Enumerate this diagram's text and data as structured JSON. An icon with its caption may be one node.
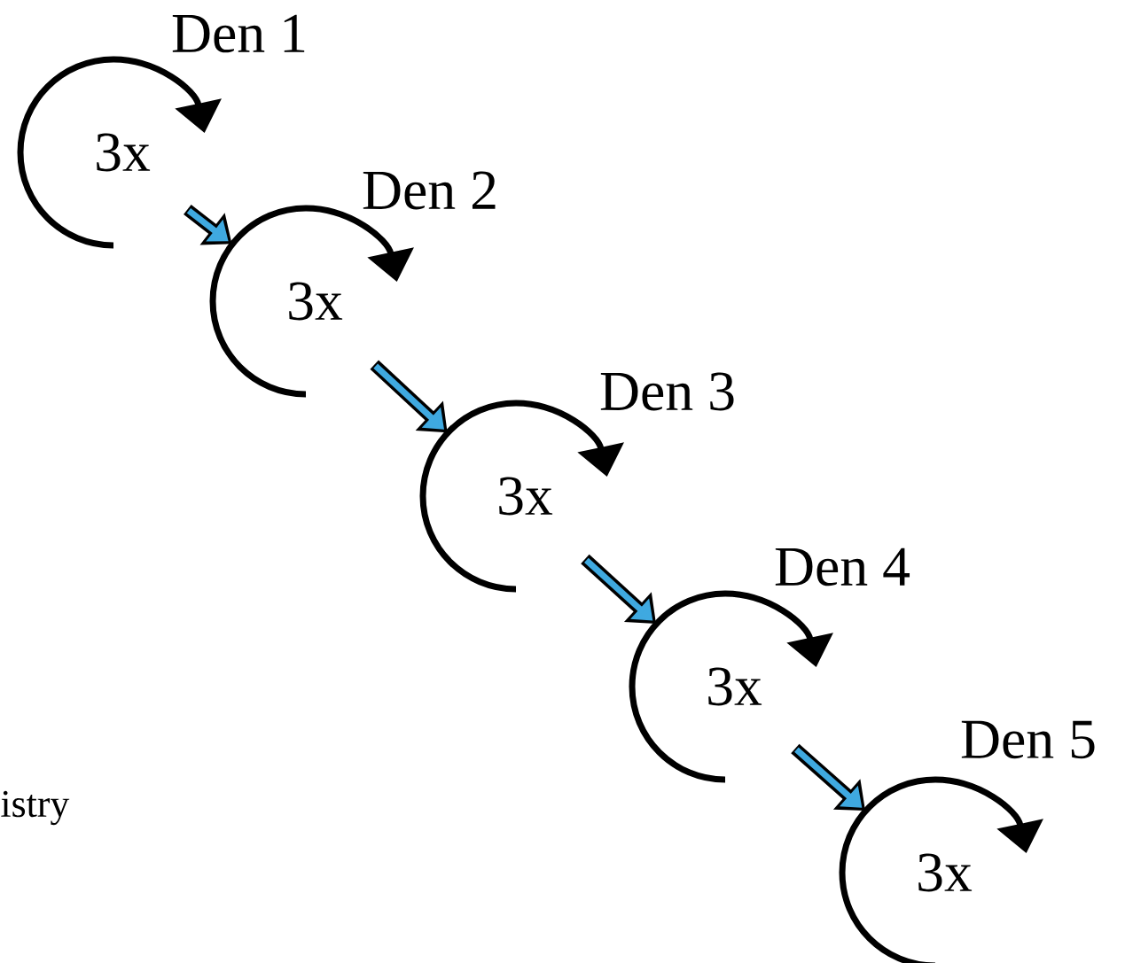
{
  "diagram": {
    "nodes": [
      {
        "text": [
          "Den 1",
          "3x"
        ]
      },
      {
        "text": [
          "Den 2",
          "3x"
        ]
      },
      {
        "text": [
          "Den 3",
          "3x"
        ]
      },
      {
        "text": [
          "Den 4",
          "3x"
        ]
      },
      {
        "text": [
          "Den 5",
          "3x"
        ]
      }
    ],
    "edges": [
      {
        "from": 0,
        "to": 1,
        "arrow": "to"
      },
      {
        "from": 1,
        "to": 2,
        "arrow": "to"
      },
      {
        "from": 2,
        "to": 3,
        "arrow": "to"
      },
      {
        "from": 3,
        "to": 4,
        "arrow": "to"
      }
    ],
    "labels": [
      "istry"
    ]
  }
}
